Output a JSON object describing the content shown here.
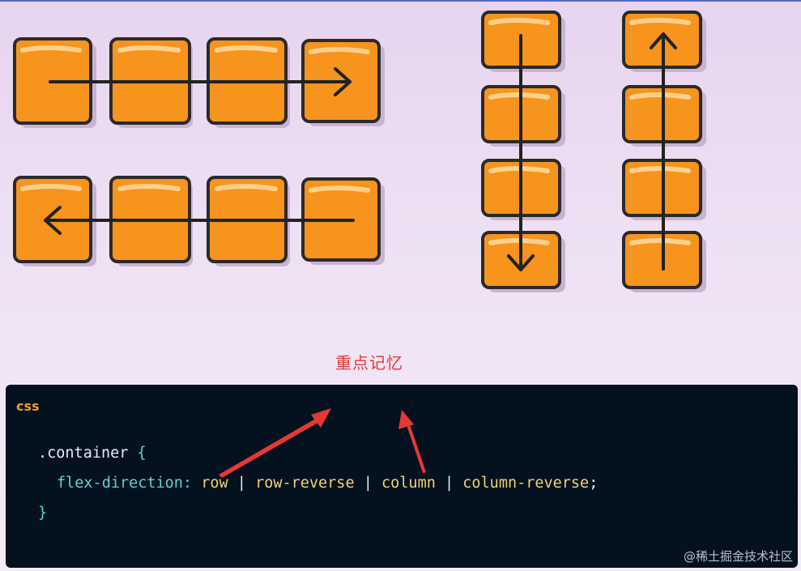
{
  "note": "重点记忆",
  "code": {
    "language": "css",
    "selector": ".container",
    "open_brace": "{",
    "property": "flex-direction:",
    "values": [
      "row",
      "row-reverse",
      "column",
      "column-reverse"
    ],
    "separator": "|",
    "terminator": ";",
    "close_brace": "}"
  },
  "watermark": "@稀土掘金技术社区",
  "colors": {
    "box_fill": "#f7941d",
    "box_stroke": "#2a2a2a",
    "arrow": "#222222",
    "annotation": "#e53935",
    "code_bg": "#04111e"
  },
  "icons": [
    "arrow-right-icon",
    "arrow-left-icon",
    "arrow-down-icon",
    "arrow-up-icon"
  ]
}
